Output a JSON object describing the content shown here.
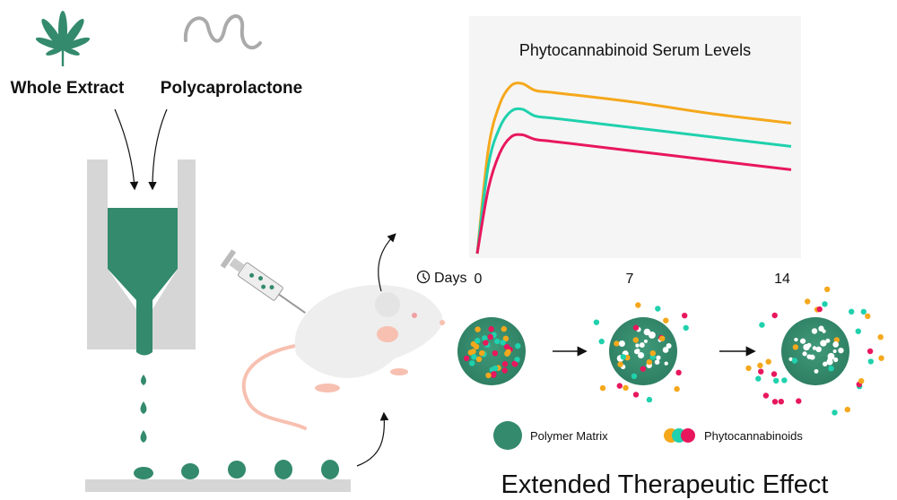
{
  "inputs": {
    "whole_extract": "Whole Extract",
    "polycaprolactone": "Polycaprolactone"
  },
  "colors": {
    "polymer_green": "#338a6c",
    "orange": "#f5a81c",
    "teal": "#1fd1ad",
    "pink": "#e8175d",
    "gray": "#d9d9d9",
    "mouse": "#eeeeee",
    "mouse_pink": "#f7c0b0"
  },
  "chart_data": {
    "type": "line",
    "title": "Phytocannabinoid Serum Levels",
    "xlabel": "Days",
    "x_ticks": [
      "0",
      "7",
      "14"
    ],
    "xlim": [
      0,
      14
    ],
    "ylim": [
      0,
      100
    ],
    "grid": false,
    "series": [
      {
        "color": "#f5a81c",
        "points": [
          [
            0,
            0
          ],
          [
            0.5,
            45
          ],
          [
            1,
            64
          ],
          [
            1.5,
            72
          ],
          [
            2,
            73
          ],
          [
            2.6,
            70
          ],
          [
            3.5,
            69
          ],
          [
            7,
            65
          ],
          [
            10.5,
            60
          ],
          [
            14,
            56
          ]
        ]
      },
      {
        "color": "#1fd1ad",
        "points": [
          [
            0,
            0
          ],
          [
            0.5,
            38
          ],
          [
            1,
            54
          ],
          [
            1.5,
            61
          ],
          [
            2,
            62
          ],
          [
            2.6,
            59
          ],
          [
            3.5,
            58
          ],
          [
            7,
            54
          ],
          [
            10.5,
            50
          ],
          [
            14,
            46
          ]
        ]
      },
      {
        "color": "#e8175d",
        "points": [
          [
            0,
            0
          ],
          [
            0.5,
            28
          ],
          [
            1,
            43
          ],
          [
            1.5,
            50
          ],
          [
            2,
            51
          ],
          [
            2.6,
            49
          ],
          [
            3.5,
            48
          ],
          [
            7,
            44
          ],
          [
            10.5,
            40
          ],
          [
            14,
            36
          ]
        ]
      }
    ]
  },
  "legend": {
    "polymer_matrix": "Polymer Matrix",
    "phytocannabinoids": "Phytocannabinoids"
  },
  "footer": {
    "title": "Extended Therapeutic Effect"
  }
}
